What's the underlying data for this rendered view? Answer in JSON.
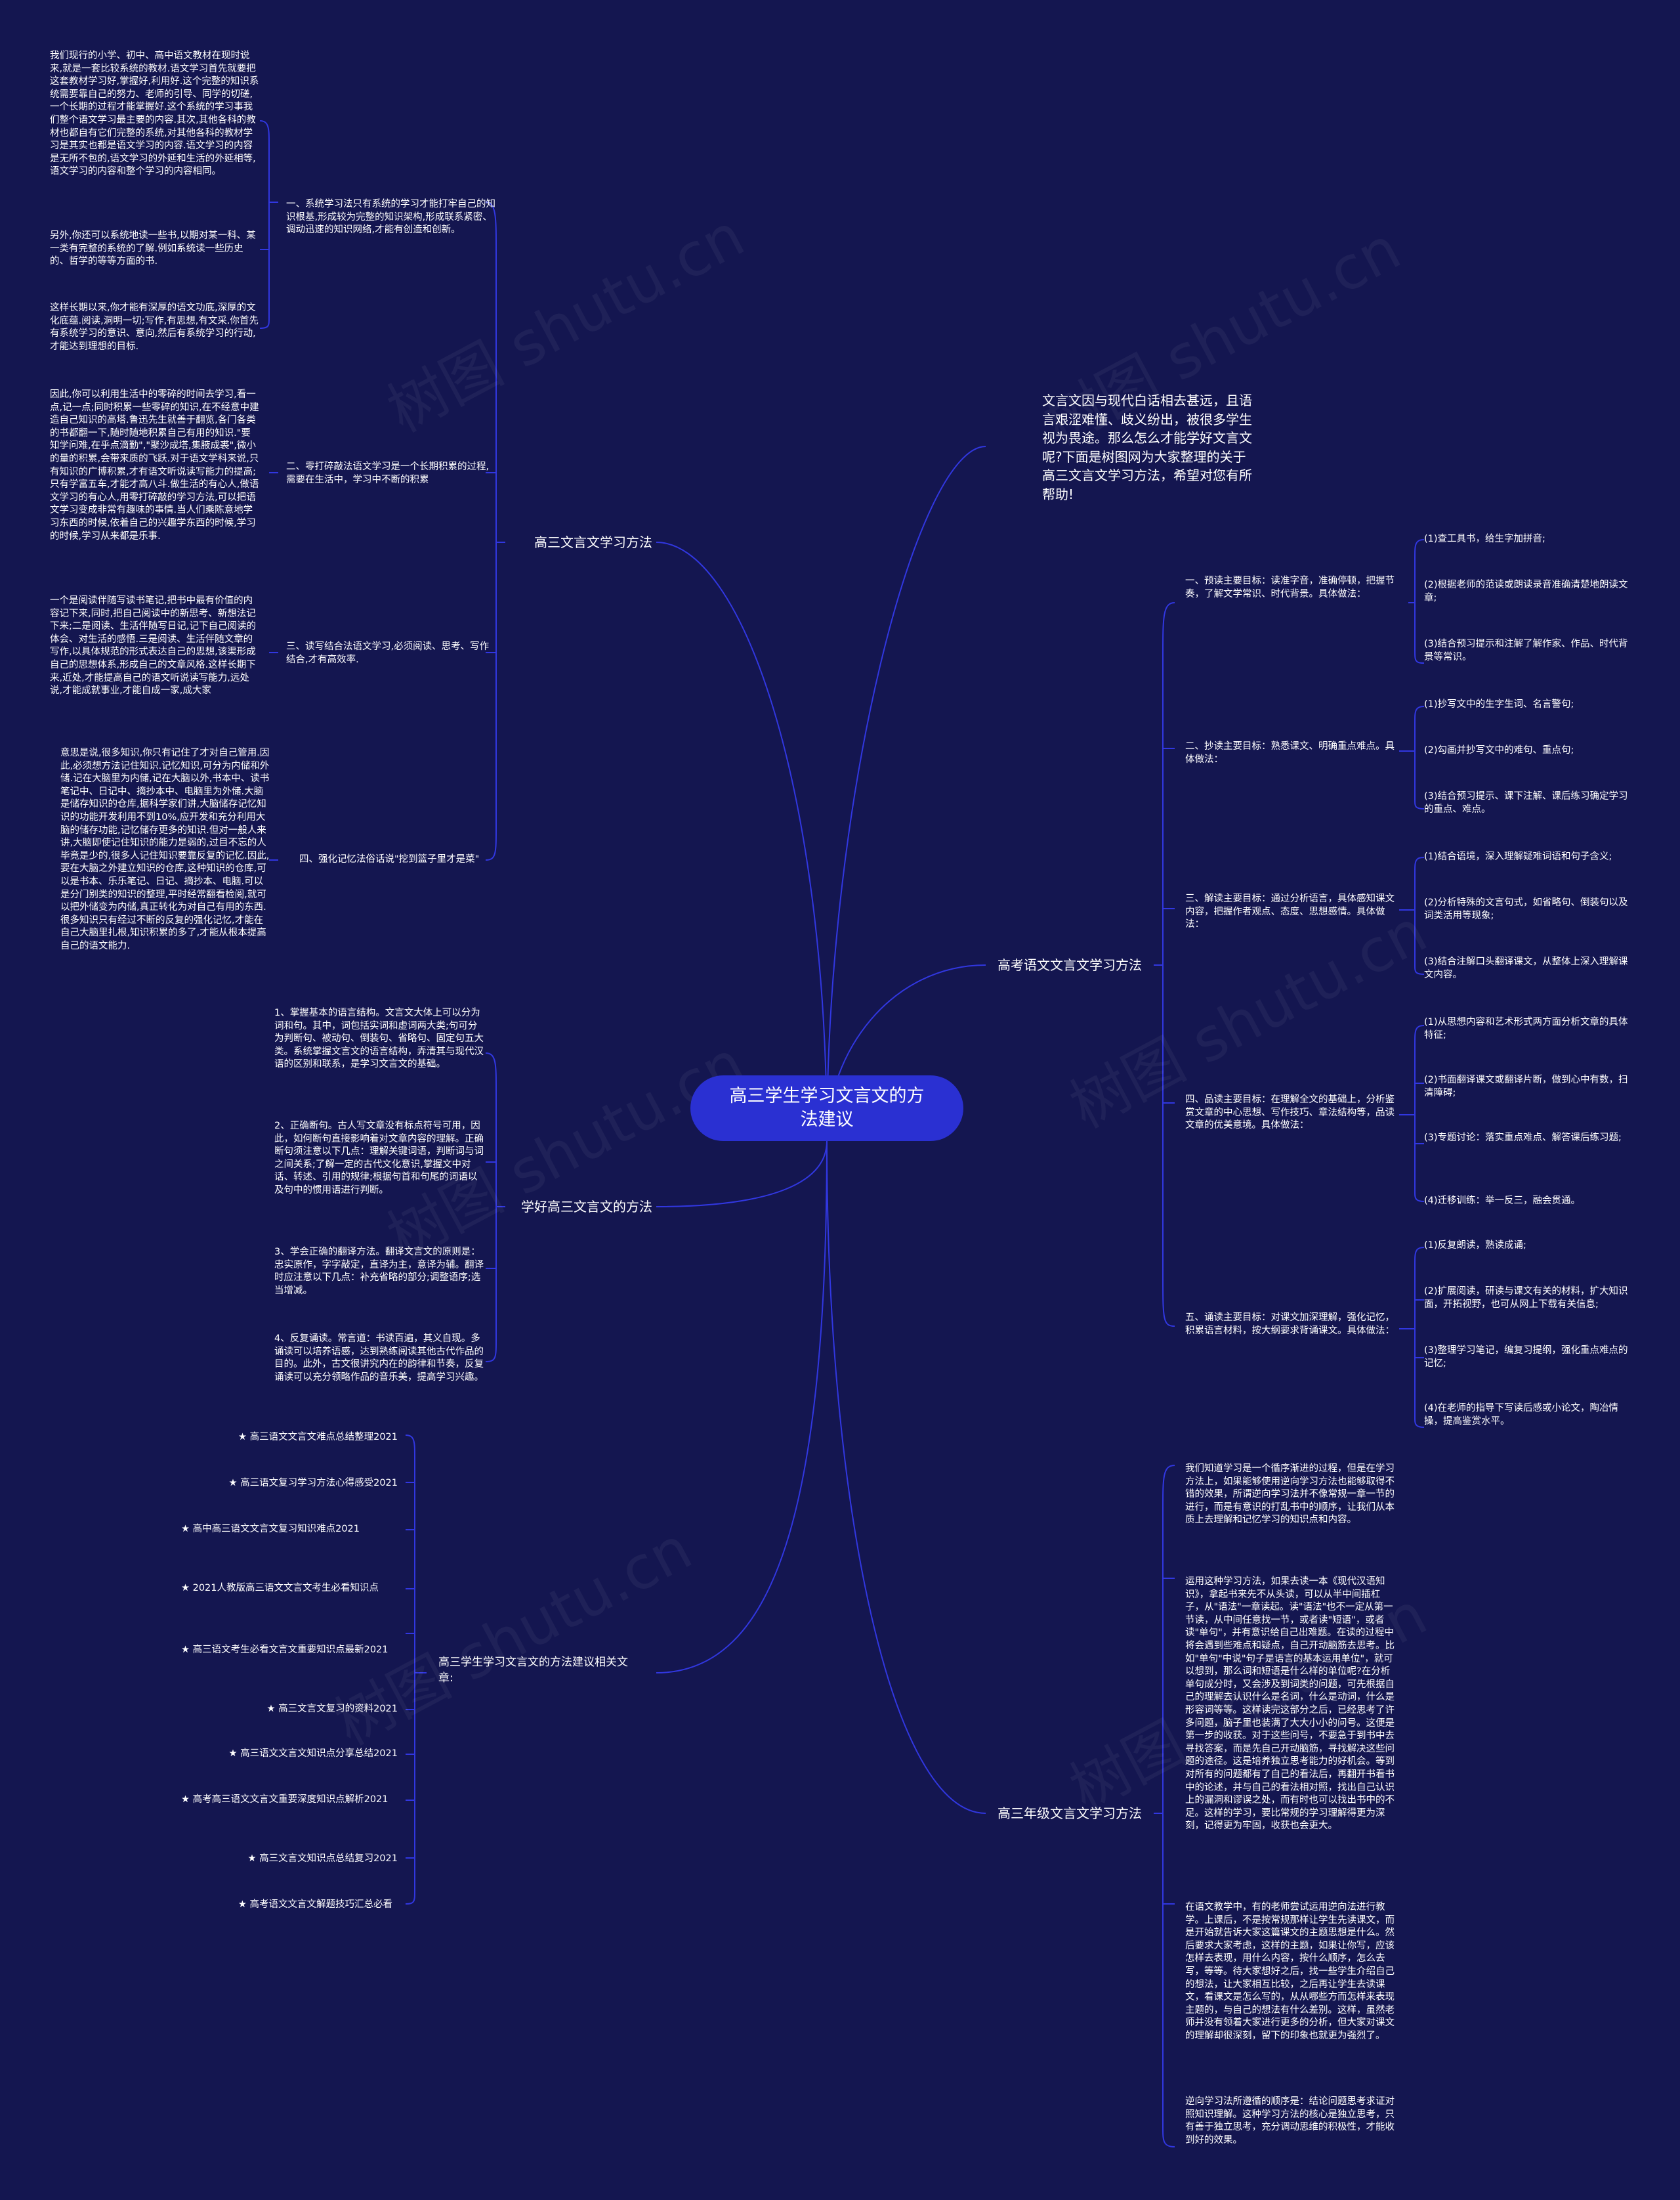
{
  "root": "高三学生学习文言文的方法建议",
  "watermark": "树图 shutu.cn",
  "intro": "文言文因与现代白话相去甚远，且语言艰涩难懂、歧义纷出，被很多学生视为畏途。那么怎么才能学好文言文呢?下面是树图网为大家整理的关于高三文言文学习方法，希望对您有所帮助!",
  "left": {
    "b1": {
      "label": "高三文言文学习方法",
      "s1": {
        "label": "一、系统学习法只有系统的学习才能打牢自己的知识根基,形成较为完整的知识架构,形成联系紧密、调动迅速的知识网络,才能有创造和创新。",
        "l1": "我们现行的小学、初中、高中语文教材在现时说来,就是一套比较系统的教材.语文学习首先就要把这套教材学习好,掌握好,利用好.这个完整的知识系统需要靠自己的努力、老师的引导、同学的切磋,一个长期的过程才能掌握好.这个系统的学习事我们整个语文学习最主要的内容.其次,其他各科的教材也都自有它们完整的系统,对其他各科的教材学习是其实也都是语文学习的内容.语文学习的内容是无所不包的,语文学习的外延和生活的外延相等,语文学习的内容和整个学习的内容相同。",
        "l2": "另外,你还可以系统地读一些书,以期对某一科、某一类有完整的系统的了解.例如系统读一些历史的、哲学的等等方面的书.",
        "l3": "这样长期以来,你才能有深厚的语文功底,深厚的文化底蕴.阅读,洞明一切;写作,有思想,有文采.你首先有系统学习的意识、意向,然后有系统学习的行动,才能达到理想的目标."
      },
      "s2": {
        "label": "二、零打碎敲法语文学习是一个长期积累的过程,需要在生活中，学习中不断的积累",
        "l1": "因此,你可以利用生活中的零碎的时间去学习,看一点,记一点;同时积累一些零碎的知识,在不经意中建造自己知识的高塔.鲁迅先生就善于翻览,各门各类的书都翻一下,随时随地积累自己有用的知识.\"要知学问难,在乎点滴勤\",\"聚沙成塔,集腋成裘\",微小的量的积累,会带来质的飞跃.对于语文学科来说,只有知识的广博积累,才有语文听说读写能力的提高;只有学富五车,才能才高八斗.做生活的有心人,做语文学习的有心人,用零打碎敲的学习方法,可以把语文学习变成非常有趣味的事情.当人们乘陈意地学习东西的时候,依着自己的兴趣学东西的时候,学习的时候,学习从来都是乐事."
      },
      "s3": {
        "label": "三、读写结合法语文学习,必须阅读、思考、写作结合,才有高效率.",
        "l1": "一个是阅读伴随写读书笔记,把书中最有价值的内容记下来,同时,把自己阅读中的新思考、新想法记下来;二是阅读、生活伴随写日记,记下自己阅读的体会、对生活的感悟.三是阅读、生活伴随文章的写作,以具体规范的形式表达自己的思想,该渠形成自己的思想体系,形成自己的文章风格.这样长期下来,近处,才能提高自己的语文听说读写能力,远处说,才能成就事业,才能自成一家,成大家"
      },
      "s4": {
        "label": "四、强化记忆法俗话说\"挖到篮子里才是菜\"",
        "l1": "意思是说,很多知识,你只有记住了才对自己管用.因此,必须想方法记住知识.记忆知识,可分为内储和外储.记在大脑里为内储,记在大脑以外,书本中、读书笔记中、日记中、摘抄本中、电脑里为外储.大脑是储存知识的仓库,据科学家们讲,大脑储存记忆知识的功能开发利用不到10%,应开发和充分利用大脑的储存功能,记忆储存更多的知识.但对一般人来讲,大脑即使记住知识的能力是弱的,过目不忘的人毕竟是少的,很多人记住知识要靠反复的记忆.因此,要在大脑之外建立知识的仓库,这种知识的仓库,可以是书本、乐乐笔记、日记、摘抄本、电脑.可以是分门别类的知识的整理,平时经常翻看检阅,就可以把外储变为内储,真正转化为对自己有用的东西.很多知识只有经过不断的反复的强化记忆,才能在自己大脑里扎根,知识积累的多了,才能从根本提高自己的语文能力."
      }
    },
    "b2": {
      "label": "学好高三文言文的方法",
      "items": [
        "1、掌握基本的语言结构。文言文大体上可以分为词和句。其中，词包括实词和虚词两大类;句可分为判断句、被动句、倒装句、省略句、固定句五大类。系统掌握文言文的语言结构，弄清其与现代汉语的区别和联系，是学习文言文的基础。",
        "2、正确断句。古人写文章没有标点符号可用，因此，如何断句直接影响着对文章内容的理解。正确断句须注意以下几点：理解关键词语，判断词与词之间关系;了解一定的古代文化意识,掌握文中对话、转述、引用的规律;根据句首和句尾的词语以及句中的惯用语进行判断。",
        "3、学会正确的翻译方法。翻译文言文的原则是：忠实原作，字字敲定，直译为主，意译为辅。翻译时应注意以下几点：补充省略的部分;调整语序;选当增减。",
        "4、反复诵读。常言道：书读百遍，其义自现。多诵读可以培养语感，达到熟练阅读其他古代作品的目的。此外，古文很讲究内在的韵律和节奏，反复诵读可以充分领略作品的音乐美，提高学习兴趣。"
      ]
    },
    "b3": {
      "label": "高三学生学习文言文的方法建议相关文章:",
      "items": [
        "★ 高三语文文言文难点总结整理2021",
        "★ 高三语文复习学习方法心得感受2021",
        "★ 高中高三语文文言文复习知识难点2021",
        "★ 2021人教版高三语文文言文考生必看知识点",
        "★ 高三语文考生必看文言文重要知识点最新2021",
        "★ 高三文言文复习的资料2021",
        "★ 高三语文文言文知识点分享总结2021",
        "★ 高考高三语文文言文重要深度知识点解析2021",
        "★ 高三文言文知识点总结复习2021",
        "★ 高考语文文言文解题技巧汇总必看"
      ]
    }
  },
  "right": {
    "b1": {
      "label": "高考语文文言文学习方法",
      "s1": {
        "label": "一、预读主要目标：读准字音，准确停顿，把握节奏，了解文学常识、时代背景。具体做法：",
        "items": [
          "(1)查工具书，给生字加拼音;",
          "(2)根据老师的范读或朗读录音准确清楚地朗读文章;",
          "(3)结合预习提示和注解了解作家、作品、时代背景等常识。"
        ]
      },
      "s2": {
        "label": "二、抄读主要目标：熟悉课文、明确重点难点。具体做法：",
        "items": [
          "(1)抄写文中的生字生词、名言警句;",
          "(2)勾画并抄写文中的难句、重点句;",
          "(3)结合预习提示、课下注解、课后练习确定学习的重点、难点。"
        ]
      },
      "s3": {
        "label": "三、解读主要目标：通过分析语言，具体感知课文内容，把握作者观点、态度、思想感情。具体做法：",
        "items": [
          "(1)结合语境，深入理解疑难词语和句子含义;",
          "(2)分析特殊的文言句式，如省略句、倒装句以及词类活用等现象;",
          "(3)结合注解口头翻译课文，从整体上深入理解课文内容。"
        ]
      },
      "s4": {
        "label": "四、品读主要目标：在理解全文的基础上，分析鉴赏文章的中心思想、写作技巧、章法结构等，品读文章的优美意境。具体做法：",
        "items": [
          "(1)从思想内容和艺术形式两方面分析文章的具体特征;",
          "(2)书面翻译课文或翻译片断，做到心中有数，扫清障碍;",
          "(3)专题讨论：落实重点难点、解答课后练习题;",
          "(4)迁移训练：举一反三，融会贯通。"
        ]
      },
      "s5": {
        "label": "五、诵读主要目标：对课文加深理解，强化记忆，积累语言材料，按大纲要求背诵课文。具体做法：",
        "items": [
          "(1)反复朗读，熟读成诵;",
          "(2)扩展阅读，研读与课文有关的材料，扩大知识面，开拓视野，也可从网上下载有关信息;",
          "(3)整理学习笔记，编复习提纲，强化重点难点的记忆;",
          "(4)在老师的指导下写读后感或小论文，陶冶情操，提高鉴赏水平。"
        ]
      }
    },
    "b2": {
      "label": "高三年级文言文学习方法",
      "items": [
        "我们知道学习是一个循序渐进的过程，但是在学习方法上，如果能够使用逆向学习方法也能够取得不错的效果，所谓逆向学习法并不像常规一章一节的进行，而是有意识的打乱书中的顺序，让我们从本质上去理解和记忆学习的知识点和内容。",
        "运用这种学习方法，如果去读一本《现代汉语知识》，拿起书来先不从头读，可以从半中间插杠子，从\"语法\"一章读起。读\"语法\"也不一定从第一节读，从中间任意找一节，或者读\"短语\"，或者读\"单句\"，并有意识给自己出难题。在读的过程中将会遇到些难点和疑点，自己开动脑筋去思考。比如\"单句\"中说\"句子是语言的基本运用单位\"，就可以想到，那么词和短语是什么样的单位呢?在分析单句成分时，又会涉及到词类的问题，可先根据自己的理解去认识什么是名词，什么是动词，什么是形容词等等。这样读完这部分之后，已经思考了许多问题，脑子里也装满了大大小小的问号。这便是第一步的收获。对于这些问号，不要急于到书中去寻找答案，而是先自己开动脑筋，寻找解决这些问题的途径。这是培养独立思考能力的好机会。等到对所有的问题都有了自己的看法后，再翻开书看书中的论述，并与自己的看法相对照，找出自己认识上的漏洞和谬误之处，而有时也可以找出书中的不足。这样的学习，要比常规的学习理解得更为深刻，记得更为牢固，收获也会更大。",
        "在语文教学中，有的老师尝试运用逆向法进行教学。上课后，不是按常规那样让学生先读课文，而是开始就告诉大家这篇课文的主题思想是什么。然后要求大家考虑，这样的主题，如果让你写，应该怎样去表现，用什么内容，按什么顺序，怎么去写，等等。待大家想好之后，找一些学生介绍自己的想法，让大家相互比较，之后再让学生去读课文，看课文是怎么写的，从从哪些方而怎样来表现主题的，与自己的想法有什么差别。这样，虽然老师并没有领着大家进行更多的分析，但大家对课文的理解却很深刻，留下的印象也就更为强烈了。",
        "逆向学习法所遵循的顺序是：结论问题思考求证对照知识理解。这种学习方法的核心是独立思考，只有善于独立思考，充分调动思维的积极性，才能收到好的效果。"
      ]
    }
  }
}
